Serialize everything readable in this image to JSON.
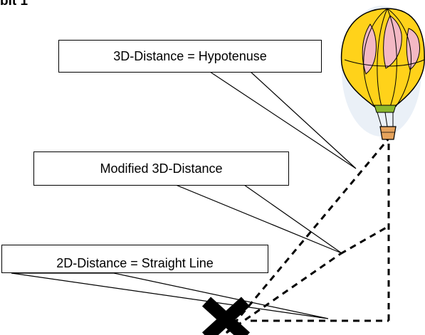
{
  "header": {
    "title": "bit 1"
  },
  "callouts": {
    "hypotenuse": "3D-Distance = Hypotenuse",
    "modified": "Modified 3D-Distance",
    "straight": "2D-Distance = Straight Line"
  },
  "colors": {
    "balloon_yellow": "#ffd21a",
    "balloon_pink": "#f3b8c4",
    "outline": "#000000",
    "basket": "#e6a35c"
  },
  "icons": {
    "balloon": "hot-air-balloon-icon",
    "marker": "x-mark-icon"
  }
}
